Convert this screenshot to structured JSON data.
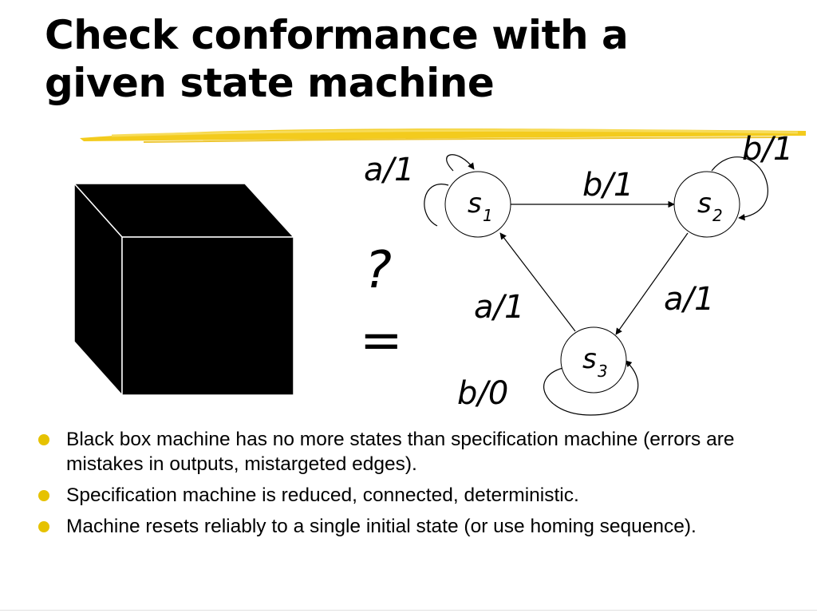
{
  "slide": {
    "title_line1": "Check conformance with a",
    "title_line2": "given state machine"
  },
  "diagram": {
    "question_mark": "?",
    "equals_sign": "=",
    "states": [
      {
        "id": "s1",
        "letter": "s",
        "subscript": "1"
      },
      {
        "id": "s2",
        "letter": "s",
        "subscript": "2"
      },
      {
        "id": "s3",
        "letter": "s",
        "subscript": "3"
      }
    ],
    "transitions": [
      {
        "from": "s1",
        "to": "s1",
        "label": "a/1"
      },
      {
        "from": "s1",
        "to": "s2",
        "label": "b/1"
      },
      {
        "from": "s2",
        "to": "s2",
        "label": "b/1"
      },
      {
        "from": "s2",
        "to": "s3",
        "label": "a/1"
      },
      {
        "from": "s3",
        "to": "s1",
        "label": "a/1"
      },
      {
        "from": "s3",
        "to": "s3",
        "label": "b/0"
      }
    ]
  },
  "bullets": [
    "Black box machine has no more states than specification machine (errors are mistakes in outputs, mistargeted edges).",
    "Specification machine is reduced, connected, deterministic.",
    "Machine resets reliably to a single initial state (or use homing sequence)."
  ],
  "colors": {
    "bullet": "#e6c200",
    "highlight_stroke": "#f2c811",
    "black_box": "#000000"
  }
}
